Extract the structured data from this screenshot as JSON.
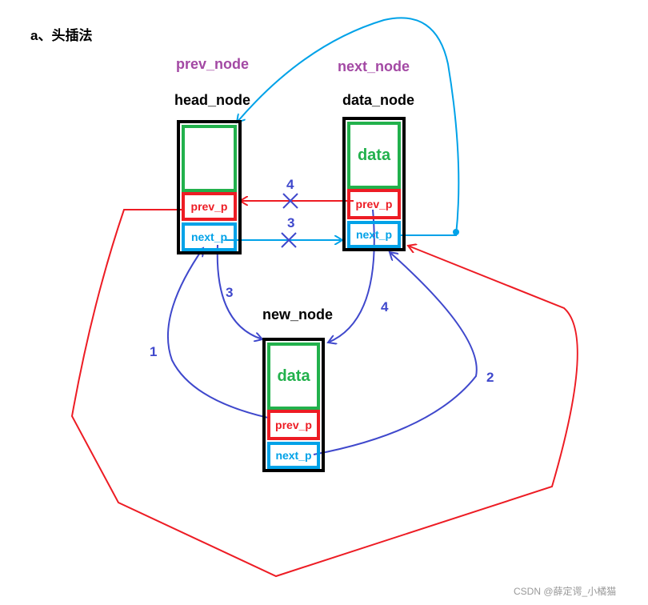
{
  "title": "a、头插法",
  "labels": {
    "prev_node": "prev_node",
    "next_node": "next_node",
    "head_node": "head_node",
    "data_node": "data_node",
    "new_node": "new_node"
  },
  "fields": {
    "data": "data",
    "prev": "prev_p",
    "next": "next_p"
  },
  "steps": {
    "s1": "1",
    "s2": "2",
    "s3_top": "3",
    "s3_low": "3",
    "s4_top": "4",
    "s4_low": "4"
  },
  "watermark": "CSDN @薛定谔_小橘猫",
  "colors": {
    "black": "#000000",
    "green": "#22b14c",
    "red": "#ed1c24",
    "cyan": "#00a2e8",
    "purple": "#3f48cc",
    "magenta": "#a349a4",
    "gray": "#999999"
  }
}
